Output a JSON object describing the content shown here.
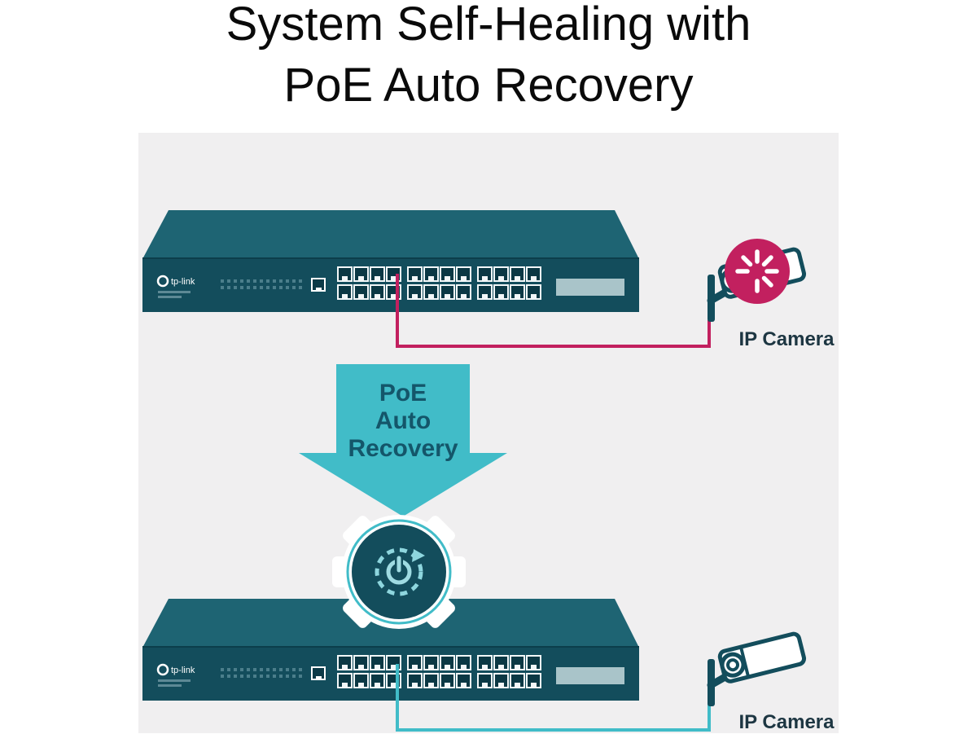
{
  "title": "System Self-Healing with\nPoE Auto Recovery",
  "diagram": {
    "arrow_label": "PoE\nAuto\nRecovery",
    "switch": {
      "brand": "tp-link",
      "ports": 24
    },
    "cameras": {
      "top": {
        "label": "IP Camera"
      },
      "bottom": {
        "label": "IP Camera"
      }
    },
    "icons": {
      "recovery_badge": "restart-power-icon",
      "badge_ring": "gear-icon",
      "camera_top_overlay": "loading-spinner-icon",
      "camera_device": "cctv-camera-icon"
    },
    "colors": {
      "switch_front": "#134d5c",
      "switch_top": "#1e6473",
      "cable_fault": "#c2205f",
      "cable_ok": "#41bcc8",
      "arrow": "#41bcc8",
      "panel_background": "#f0eff0",
      "label_text": "#1d3642",
      "title_text": "#0a0a0a"
    }
  }
}
